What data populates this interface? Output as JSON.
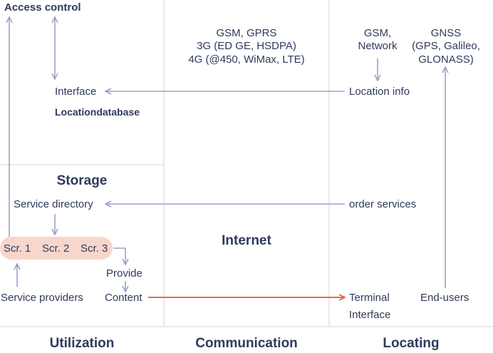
{
  "columns": {
    "utilization": "Utilization",
    "communication": "Communication",
    "locating": "Locating"
  },
  "utilization": {
    "access_control": "Access control",
    "interface": "Interface",
    "location_database": "Locationdatabase",
    "storage": "Storage",
    "service_directory": "Service directory",
    "screens": [
      "Scr. 1",
      "Scr. 2",
      "Scr. 3"
    ],
    "provide": "Provide",
    "content": "Content",
    "service_providers": "Service providers"
  },
  "communication": {
    "networks": [
      "GSM, GPRS",
      "3G (ED GE, HSDPA)",
      "4G (@450, WiMax, LTE)"
    ],
    "internet": "Internet"
  },
  "locating": {
    "gsm_network": [
      "GSM,",
      "Network"
    ],
    "gnss": [
      "GNSS",
      "(GPS, Galileo,",
      "GLONASS)"
    ],
    "location_info": "Location info",
    "order_services": "order services",
    "terminal_interface": [
      "Terminal",
      "Interface"
    ],
    "end_users": "End-users"
  },
  "colors": {
    "text": "#2f3a5c",
    "arrow": "#9aa3c6",
    "highlight_arrow": "#e8553a",
    "pill": "#f9d6cc",
    "divider": "#d6d6d6"
  }
}
